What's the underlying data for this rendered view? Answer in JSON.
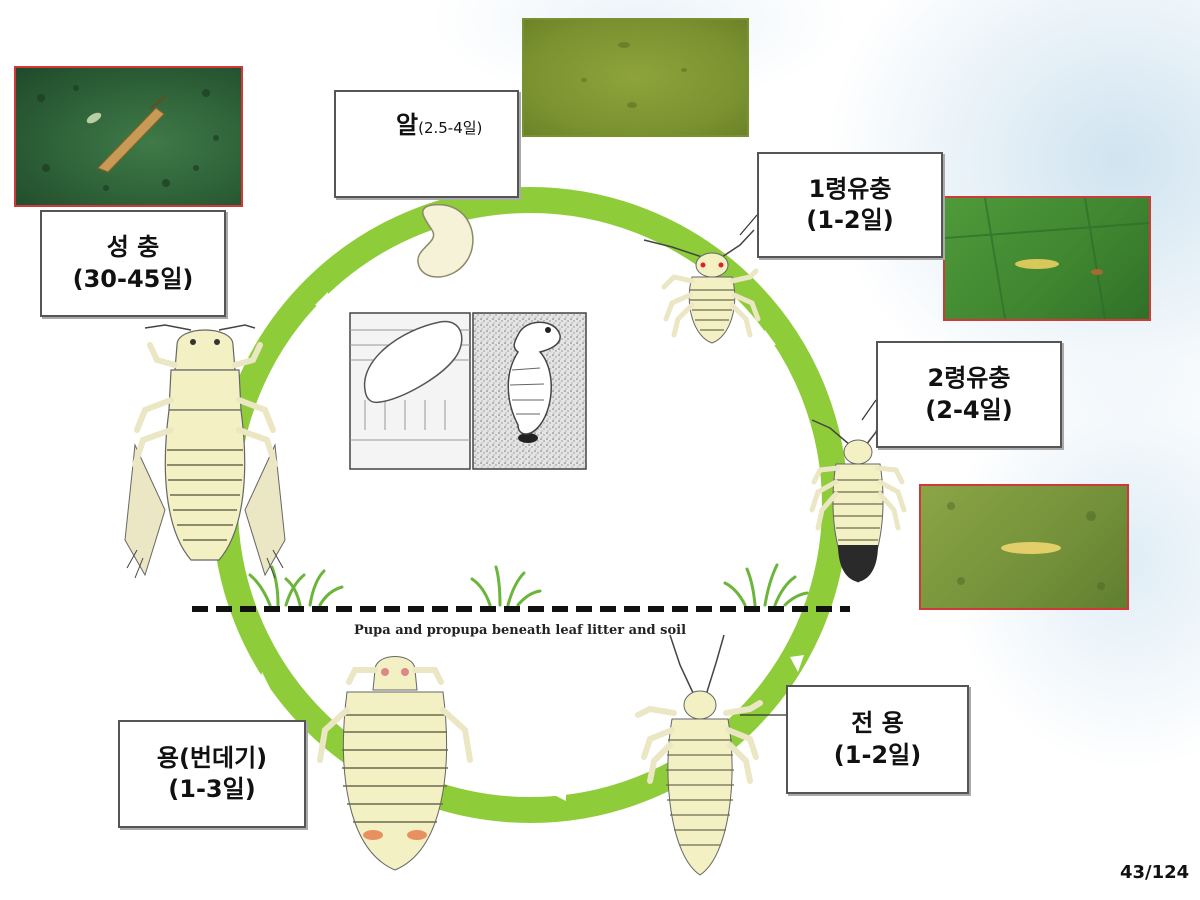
{
  "stages": {
    "adult": {
      "name": "성 충",
      "duration": "(30-45일)"
    },
    "egg": {
      "name": "알",
      "duration": "(2.5-4일)"
    },
    "instar1": {
      "name": "1령유충",
      "duration": "(1-2일)"
    },
    "instar2": {
      "name": "2령유충",
      "duration": "(2-4일)"
    },
    "prepupa": {
      "name": "전 용",
      "duration": "(1-2일)"
    },
    "pupa": {
      "name": "용(번데기)",
      "duration": "(1-3일)"
    }
  },
  "soil_caption": "Pupa and propupa beneath leaf litter and soil",
  "page_number": "43/124",
  "colors": {
    "cycle_green": "#8fcc3a",
    "photo_border": "#d0383a",
    "leaf_green": "#5f9e3a",
    "insect_body": "#f3f0c4"
  }
}
